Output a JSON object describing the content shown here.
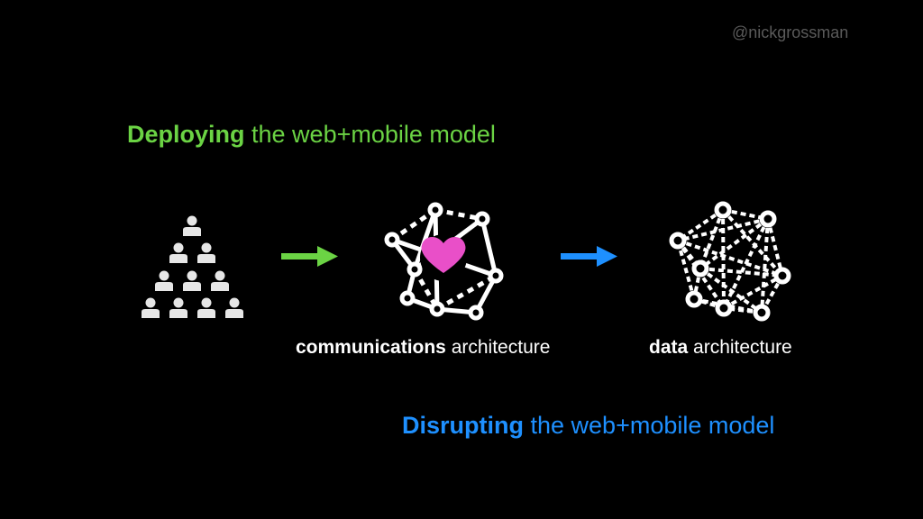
{
  "slide": {
    "handle": "@nickgrossman",
    "top_headline": {
      "bold": "Deploying",
      "rest": " the web+mobile model",
      "color": "#6bd344"
    },
    "bottom_headline": {
      "bold": "Disrupting",
      "rest": " the web+mobile model",
      "color": "#1e90ff"
    },
    "captions": {
      "communications": {
        "bold": "communications",
        "rest": " architecture"
      },
      "data": {
        "bold": "data",
        "rest": " architecture"
      }
    },
    "icons": {
      "hierarchy": "people-pyramid-icon",
      "arrow1": "arrow-right-icon",
      "communications": "network-heart-icon",
      "arrow2": "arrow-right-icon",
      "data": "mesh-network-icon"
    },
    "colors": {
      "heart": "#e94fc8",
      "people": "#e6e6e6",
      "green": "#6bd344",
      "blue": "#1e90ff"
    }
  }
}
